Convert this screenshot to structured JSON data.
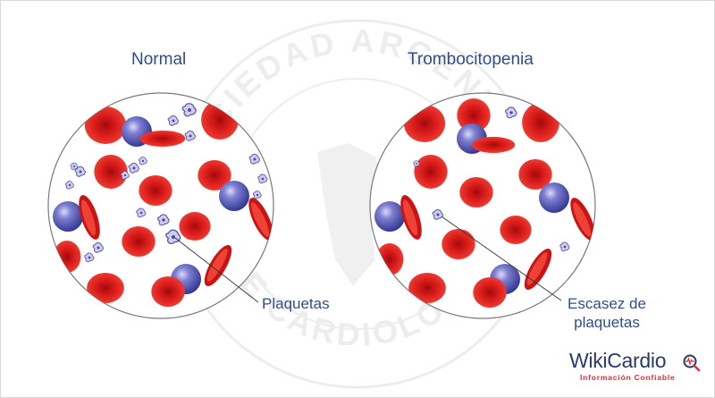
{
  "titles": {
    "normal": "Normal",
    "trombocitopenia": "Trombocitopenia"
  },
  "callouts": {
    "plaquetas": "Plaquetas",
    "escasez_line1": "Escasez de",
    "escasez_line2": "plaquetas"
  },
  "watermark": {
    "top_text": "SOCIEDAD ARGENTINA",
    "bottom_text": "DE CARDIOLOGÍA"
  },
  "logo": {
    "name": "WikiCardio",
    "tagline": "Información  Confiable"
  },
  "colors": {
    "title_blue": "#2f4d8a",
    "rbc_red": "#d91a1a",
    "wbc_purple": "#4b4fa8",
    "platelet_lilac": "#c9c7ec",
    "logo_red": "#e02b35"
  }
}
